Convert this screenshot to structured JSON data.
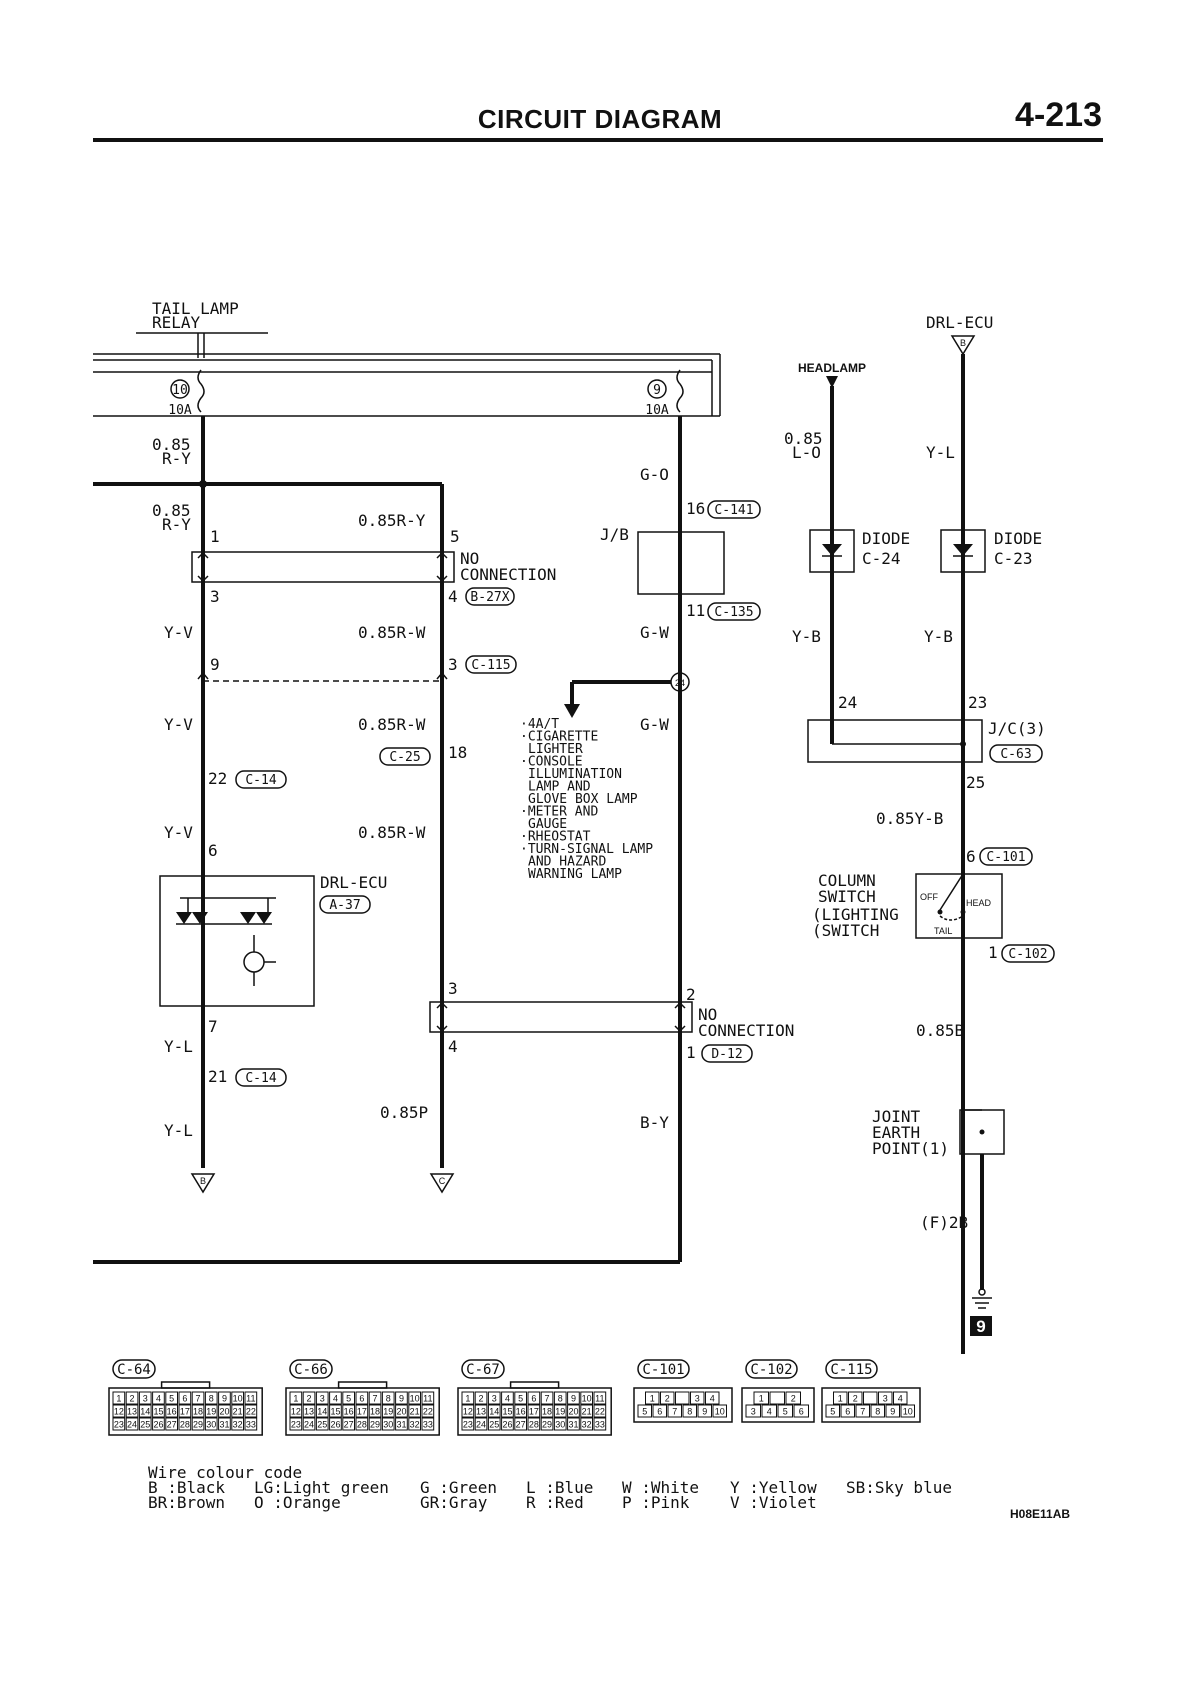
{
  "header": {
    "title": "CIRCUIT DIAGRAM",
    "page": "4-213"
  },
  "left": {
    "tail_lamp_relay": [
      "TAIL LAMP",
      "RELAY"
    ],
    "fuse_10": {
      "num": "10",
      "amp": "10A"
    },
    "fuse_9": {
      "num": "9",
      "amp": "10A"
    },
    "wire_085ry_a": [
      "0.85",
      "R-Y"
    ],
    "wire_085ry_b": [
      "0.85",
      "R-Y"
    ],
    "wire_085ry_c": "0.85R-Y",
    "pin_1": "1",
    "pin_5": "5",
    "no_connection_1": [
      "NO",
      "CONNECTION"
    ],
    "pin_3a": "3",
    "pin_4a": "4",
    "b27x": "B-27X",
    "yv_1": "Y-V",
    "r_w_1": "0.85R-W",
    "pin_9": "9",
    "pin_3b": "3",
    "c115": "C-115",
    "yv_2": "Y-V",
    "r_w_2": "0.85R-W",
    "c25": "C-25",
    "pin_18": "18",
    "pin_22": "22",
    "c14a": "C-14",
    "yv_3": "Y-V",
    "r_w_3": "0.85R-W",
    "pin_6": "6",
    "drl_ecu": "DRL-ECU",
    "a37": "A-37",
    "pin_7": "7",
    "yl_1": "Y-L",
    "pin_21": "21",
    "c14b": "C-14",
    "yl_2": "Y-L",
    "p085": "0.85P",
    "pin_3c": "3",
    "pin_4c": "4",
    "terminal_b": "B",
    "terminal_c": "C"
  },
  "middle": {
    "go": "G-O",
    "pin_16": "16",
    "c141": "C-141",
    "jb": "J/B",
    "pin_11": "11",
    "c135": "C-135",
    "gw_1": "G-W",
    "joint_24": "24",
    "gw_2": "G-W",
    "loads": [
      [
        "·4A/T"
      ],
      [
        "·CIGARETTE",
        "LIGHTER"
      ],
      [
        "·CONSOLE",
        "ILLUMINATION",
        "LAMP AND",
        "GLOVE BOX LAMP"
      ],
      [
        "·METER AND",
        "GAUGE"
      ],
      [
        "·RHEOSTAT"
      ],
      [
        "·TURN-SIGNAL LAMP",
        "AND HAZARD",
        "WARNING LAMP"
      ]
    ],
    "pin_2": "2",
    "pin_1": "1",
    "no_connection_2": [
      "NO",
      "CONNECTION"
    ],
    "d12": "D-12",
    "by": "B-Y"
  },
  "right": {
    "drl_ecu": "DRL-ECU",
    "terminal_b": "B",
    "headlamp": "HEADLAMP",
    "lo": [
      "0.85",
      "L-O"
    ],
    "yl": "Y-L",
    "diode_24": [
      "DIODE",
      "C-24"
    ],
    "diode_23": [
      "DIODE",
      "C-23"
    ],
    "yb_1": "Y-B",
    "yb_2": "Y-B",
    "pin_24": "24",
    "pin_23": "23",
    "jc": "J/C(3)",
    "c63": "C-63",
    "pin_25": "25",
    "yb_085": "0.85Y-B",
    "pin_6": "6",
    "c101": "C-101",
    "column_switch": [
      "COLUMN",
      "SWITCH",
      "(LIGHTING",
      "(SWITCH"
    ],
    "off": "OFF",
    "head": "HEAD",
    "tail": "TAIL",
    "pin_1": "1",
    "c102": "C-102",
    "b085": "0.85B",
    "joint_earth": [
      "JOINT",
      "EARTH",
      "POINT(1)"
    ],
    "f2b": "(F)2B",
    "earth_num": "9"
  },
  "connectors": [
    {
      "label": "C-64",
      "rows": [
        [
          "1",
          "2",
          "3",
          "4",
          "5",
          "6",
          "7",
          "8",
          "9",
          "10",
          "11"
        ],
        [
          "12",
          "13",
          "14",
          "15",
          "16",
          "17",
          "18",
          "19",
          "20",
          "21",
          "22"
        ],
        [
          "23",
          "24",
          "25",
          "26",
          "27",
          "28",
          "29",
          "30",
          "31",
          "32",
          "33"
        ]
      ]
    },
    {
      "label": "C-66",
      "rows": [
        [
          "1",
          "2",
          "3",
          "4",
          "5",
          "6",
          "7",
          "8",
          "9",
          "10",
          "11"
        ],
        [
          "12",
          "13",
          "14",
          "15",
          "16",
          "17",
          "18",
          "19",
          "20",
          "21",
          "22"
        ],
        [
          "23",
          "24",
          "25",
          "26",
          "27",
          "28",
          "29",
          "30",
          "31",
          "32",
          "33"
        ]
      ]
    },
    {
      "label": "C-67",
      "rows": [
        [
          "1",
          "2",
          "3",
          "4",
          "5",
          "6",
          "7",
          "8",
          "9",
          "10",
          "11"
        ],
        [
          "12",
          "13",
          "14",
          "15",
          "16",
          "17",
          "18",
          "19",
          "20",
          "21",
          "22"
        ],
        [
          "23",
          "24",
          "25",
          "26",
          "27",
          "28",
          "29",
          "30",
          "31",
          "32",
          "33"
        ]
      ]
    },
    {
      "label": "C-101",
      "rows": [
        [
          "1",
          "2",
          "",
          "3",
          "4"
        ],
        [
          "5",
          "6",
          "7",
          "8",
          "9",
          "10"
        ]
      ]
    },
    {
      "label": "C-102",
      "rows": [
        [
          "1",
          "",
          "2"
        ],
        [
          "3",
          "4",
          "5",
          "6"
        ]
      ]
    },
    {
      "label": "C-115",
      "rows": [
        [
          "1",
          "2",
          "",
          "3",
          "4"
        ],
        [
          "5",
          "6",
          "7",
          "8",
          "9",
          "10"
        ]
      ]
    }
  ],
  "legend": {
    "title": "Wire colour code",
    "row1": [
      "B :Black",
      "LG:Light green",
      "G :Green",
      "L :Blue",
      "W :White",
      "Y :Yellow",
      "SB:Sky blue"
    ],
    "row2": [
      "BR:Brown",
      "O :Orange",
      "GR:Gray",
      "R :Red",
      "P :Pink",
      "V :Violet"
    ]
  },
  "code": "H08E11AB"
}
